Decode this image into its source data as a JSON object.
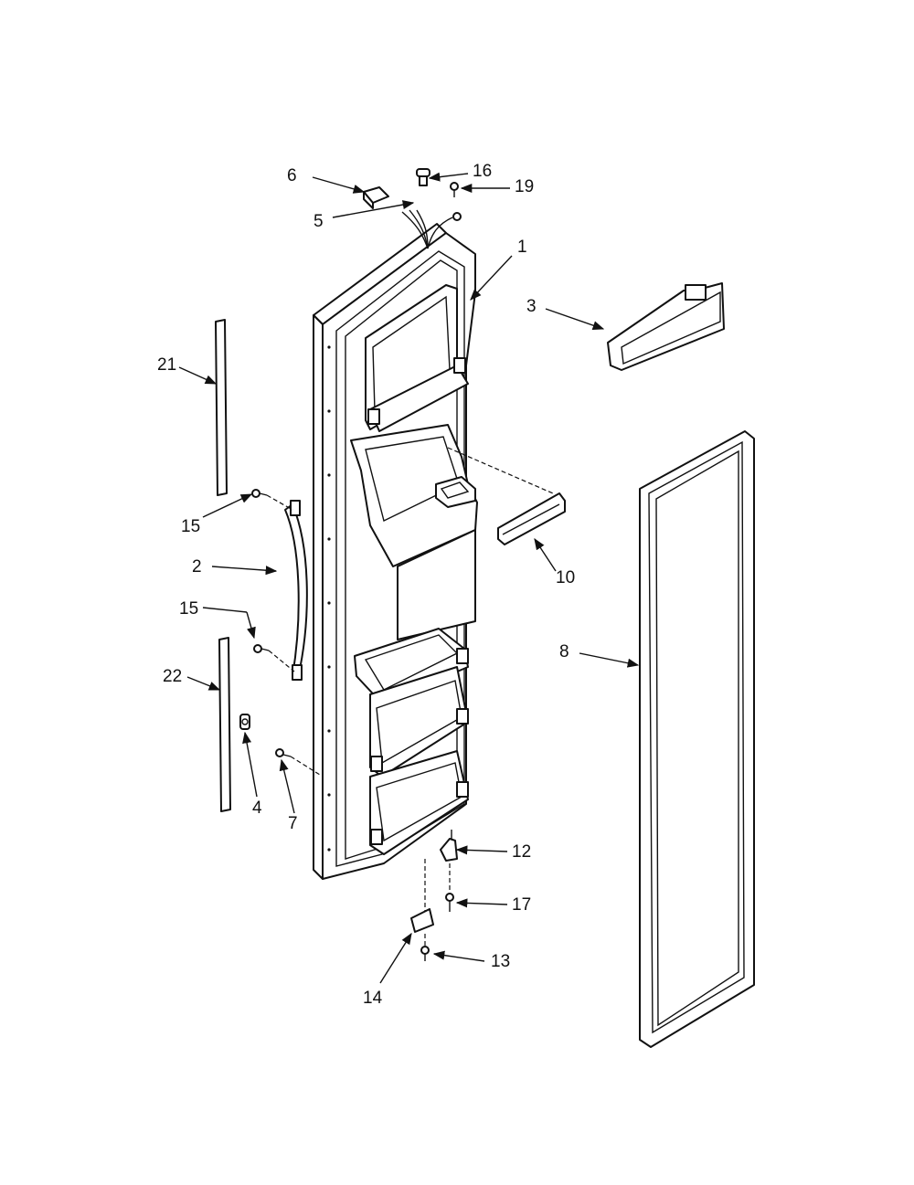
{
  "callouts": [
    {
      "id": "c1",
      "text": "1"
    },
    {
      "id": "c2",
      "text": "2"
    },
    {
      "id": "c3",
      "text": "3"
    },
    {
      "id": "c4",
      "text": "4"
    },
    {
      "id": "c5",
      "text": "5"
    },
    {
      "id": "c6",
      "text": "6"
    },
    {
      "id": "c7",
      "text": "7"
    },
    {
      "id": "c8",
      "text": "8"
    },
    {
      "id": "c10",
      "text": "10"
    },
    {
      "id": "c12",
      "text": "12"
    },
    {
      "id": "c13",
      "text": "13"
    },
    {
      "id": "c14",
      "text": "14"
    },
    {
      "id": "c15a",
      "text": "15"
    },
    {
      "id": "c15b",
      "text": "15"
    },
    {
      "id": "c16",
      "text": "16"
    },
    {
      "id": "c17",
      "text": "17"
    },
    {
      "id": "c19",
      "text": "19"
    },
    {
      "id": "c21",
      "text": "21"
    },
    {
      "id": "c22",
      "text": "22"
    }
  ]
}
